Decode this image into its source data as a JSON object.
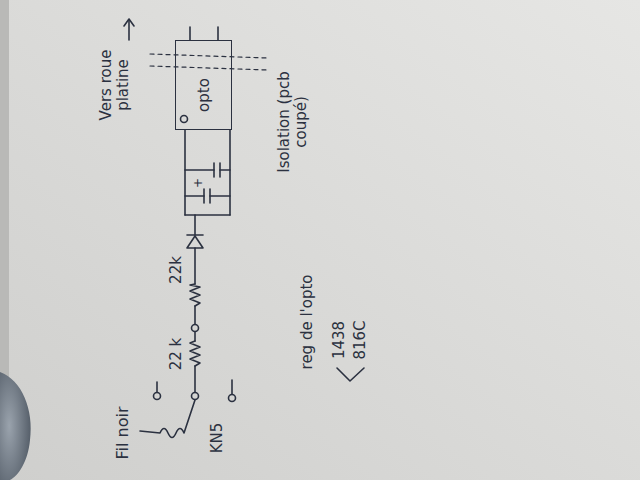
{
  "diagram": {
    "nodes": [
      {
        "text": [
          "opto"
        ]
      }
    ],
    "labels": [
      "Fil noir",
      "KN5",
      "22 k",
      "22k",
      "+",
      "Vers roue platine",
      "Isolation (pcb coupé)",
      "reg de l'opto",
      "1438",
      "816C"
    ]
  }
}
